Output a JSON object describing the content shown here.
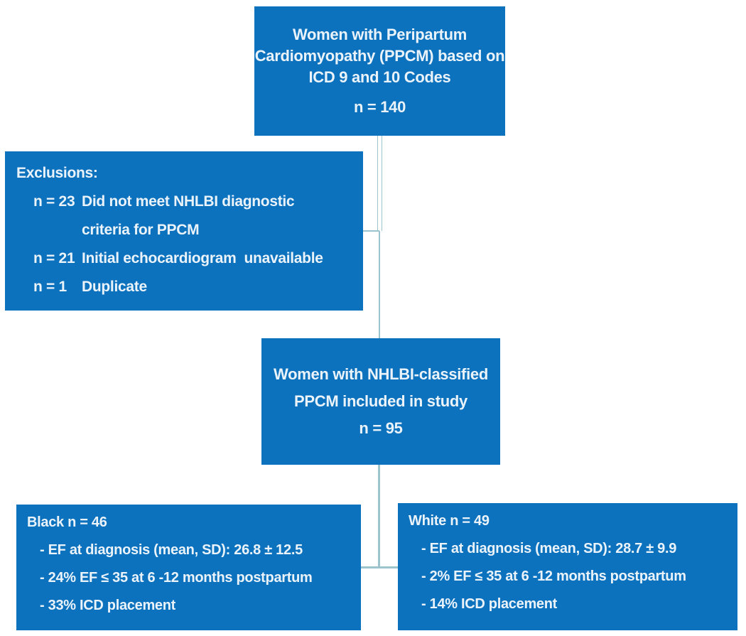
{
  "colors": {
    "box_fill": "#0d72be",
    "box_text": "#ebf3fa",
    "connector": "#9cc4cf",
    "background": "#ffffff"
  },
  "top_box": {
    "line1": "Women with Peripartum",
    "line2": "Cardiomyopathy (PPCM) based on",
    "line3": "ICD 9 and 10 Codes",
    "count": "n = 140"
  },
  "exclusions_box": {
    "title": "Exclusions:",
    "items": [
      {
        "n": "n = 23",
        "text": "Did not meet NHLBI diagnostic",
        "text_cont": "criteria for PPCM"
      },
      {
        "n": "n = 21",
        "text": "Initial echocardiogram  unavailable"
      },
      {
        "n": "n = 1",
        "text": "Duplicate"
      }
    ]
  },
  "middle_box": {
    "line1": "Women with NHLBI-classified",
    "line2": "PPCM included in study",
    "count": "n = 95"
  },
  "black_box": {
    "title": "Black n = 46",
    "items": [
      "- EF at diagnosis (mean, SD): 26.8 ± 12.5",
      "- 24% EF ≤ 35 at 6 -12 months postpartum",
      "- 33% ICD placement"
    ]
  },
  "white_box": {
    "title": "White n = 49",
    "items": [
      "- EF at diagnosis (mean, SD): 28.7 ± 9.9",
      "- 2% EF ≤ 35 at 6 -12 months postpartum",
      "- 14% ICD placement"
    ]
  }
}
